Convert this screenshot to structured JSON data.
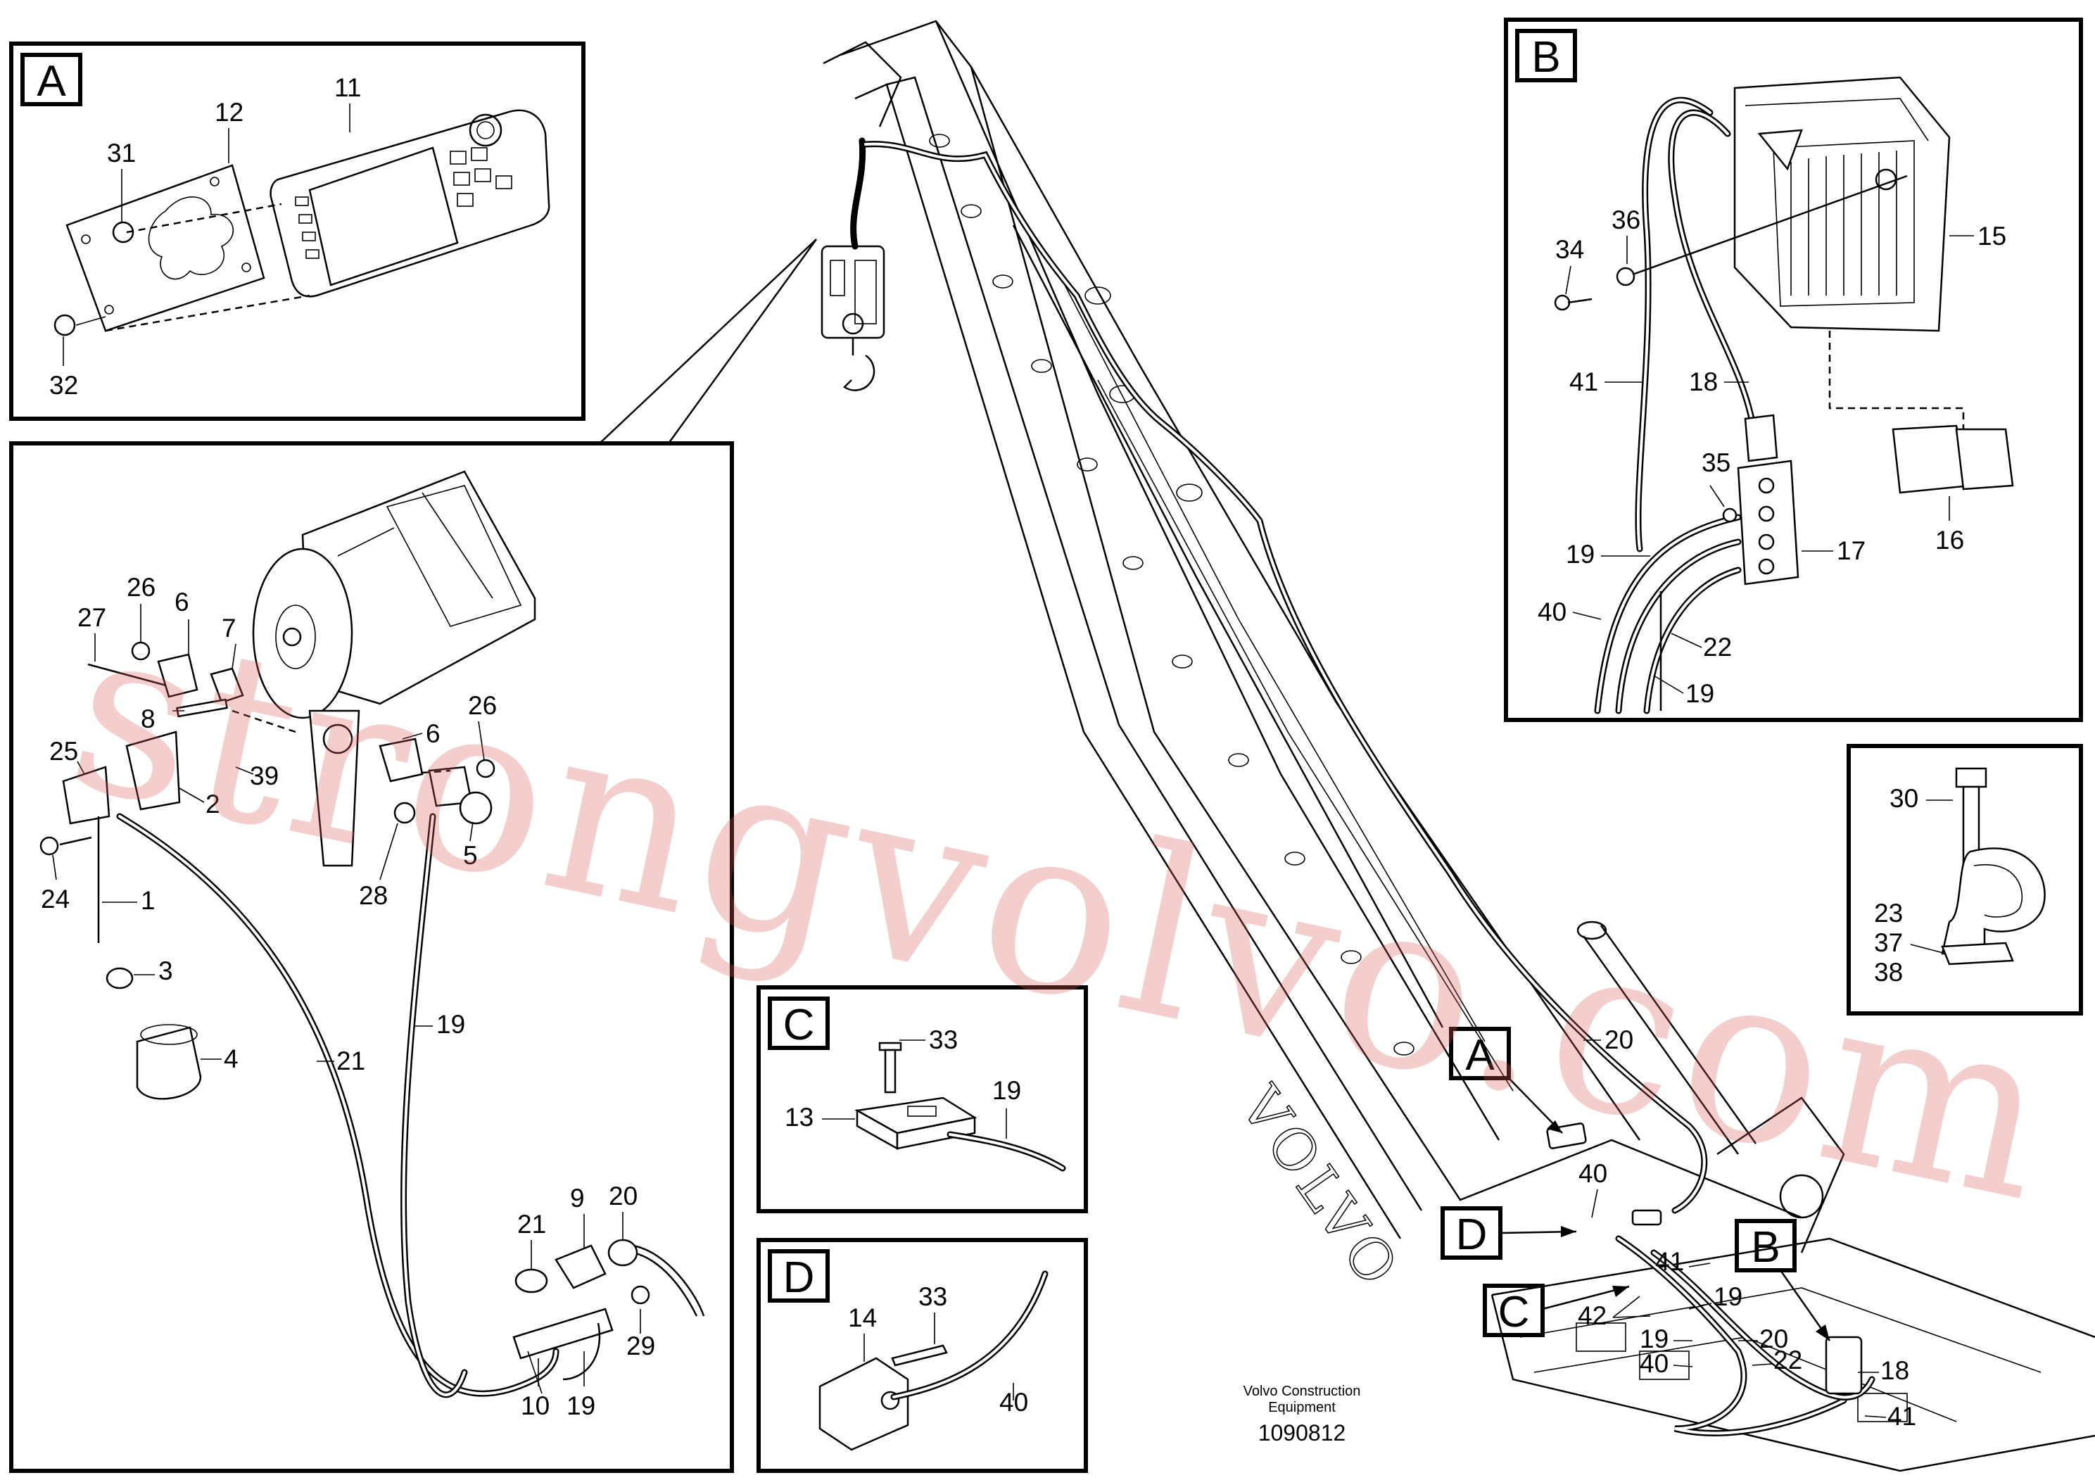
{
  "detail_views": {
    "A": {
      "letter": "A",
      "labels": [
        "31",
        "12",
        "11",
        "32"
      ]
    },
    "hoist": {
      "labels": [
        "27",
        "26",
        "6",
        "7",
        "8",
        "25",
        "2",
        "39",
        "6",
        "26",
        "24",
        "1",
        "28",
        "5",
        "3",
        "4",
        "21",
        "19",
        "21",
        "9",
        "20",
        "29",
        "10",
        "19"
      ]
    },
    "B": {
      "letter": "B",
      "labels": [
        "36",
        "34",
        "15",
        "41",
        "18",
        "35",
        "17",
        "16",
        "19",
        "40",
        "22",
        "19"
      ]
    },
    "clamp": {
      "labels": [
        "30",
        "23",
        "37",
        "38"
      ]
    },
    "C": {
      "letter": "C",
      "labels": [
        "33",
        "13",
        "19"
      ]
    },
    "D": {
      "letter": "D",
      "labels": [
        "14",
        "33",
        "40"
      ]
    }
  },
  "main_view": {
    "callout_letters": [
      "A",
      "D",
      "C",
      "B"
    ],
    "labels": [
      "20",
      "40",
      "41",
      "19",
      "42",
      "19",
      "20",
      "40",
      "22",
      "18",
      "41"
    ]
  },
  "footer": {
    "company_line1": "Volvo Construction",
    "company_line2": "Equipment",
    "drawing_number": "1090812"
  },
  "watermark": {
    "text": "strongvolvo.com",
    "color": "#dc5a5a"
  },
  "boom_brand_text": "VOLVO"
}
